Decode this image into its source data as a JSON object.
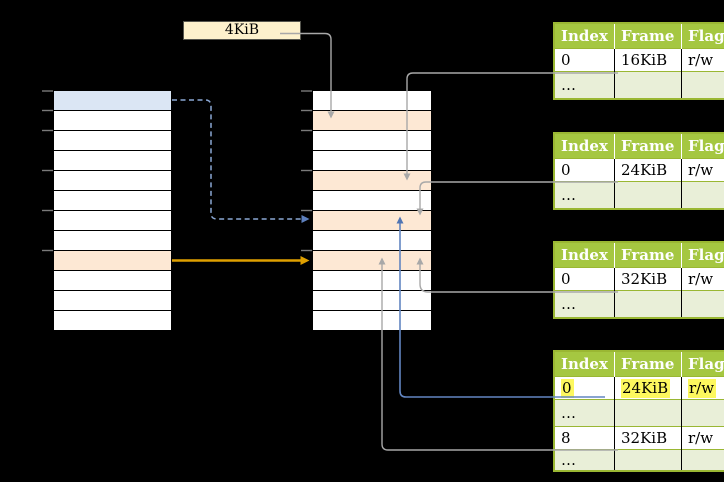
{
  "diagram": {
    "page_size_label": "4KiB",
    "virtual_memory_column": {
      "rows": [
        "blue",
        "white",
        "white",
        "white",
        "white",
        "white",
        "white",
        "white",
        "orange",
        "white",
        "white",
        "white"
      ]
    },
    "physical_memory_column": {
      "rows": [
        "white",
        "orange",
        "white",
        "white",
        "orange",
        "white",
        "orange",
        "white",
        "orange",
        "white",
        "white",
        "white"
      ]
    }
  },
  "page_tables": [
    {
      "headers": [
        "Index",
        "Frame",
        "Flags"
      ],
      "rows": [
        {
          "index": "0",
          "frame": "16KiB",
          "flags": "r/w"
        },
        {
          "index": "…",
          "frame": "",
          "flags": ""
        }
      ]
    },
    {
      "headers": [
        "Index",
        "Frame",
        "Flags"
      ],
      "rows": [
        {
          "index": "0",
          "frame": "24KiB",
          "flags": "r/w"
        },
        {
          "index": "…",
          "frame": "",
          "flags": ""
        }
      ]
    },
    {
      "headers": [
        "Index",
        "Frame",
        "Flags"
      ],
      "rows": [
        {
          "index": "0",
          "frame": "32KiB",
          "flags": "r/w"
        },
        {
          "index": "…",
          "frame": "",
          "flags": ""
        }
      ]
    },
    {
      "headers": [
        "Index",
        "Frame",
        "Flags"
      ],
      "rows": [
        {
          "index": "0",
          "frame": "24KiB",
          "flags": "r/w",
          "highlighted": true
        },
        {
          "index": "…",
          "frame": "",
          "flags": ""
        },
        {
          "index": "8",
          "frame": "32KiB",
          "flags": "r/w"
        },
        {
          "index": "…",
          "frame": "",
          "flags": ""
        }
      ]
    }
  ],
  "connections": [
    {
      "from": "4KiB size label",
      "to": "physical frame row 2",
      "style": "gray solid"
    },
    {
      "from": "table 1 frame 16KiB",
      "to": "physical frame row 5",
      "style": "gray solid"
    },
    {
      "from": "table 2 frame 24KiB",
      "to": "physical frame row 7",
      "style": "gray solid"
    },
    {
      "from": "table 3 frame 32KiB",
      "to": "physical frame row 9",
      "style": "gray solid"
    },
    {
      "from": "table 4 row index 0 frame 24KiB",
      "to": "physical frame row 7",
      "style": "blue solid"
    },
    {
      "from": "table 4 row index 8 frame 32KiB",
      "to": "physical frame row 9",
      "style": "gray solid"
    },
    {
      "from": "virtual page row 1 (blue)",
      "to": "physical frame row 7",
      "style": "blue dashed"
    },
    {
      "from": "virtual page row 9 (orange)",
      "to": "physical frame row 9",
      "style": "orange solid"
    }
  ],
  "colors": {
    "background": "#000000",
    "table_header_green": "#a5c741",
    "table_border_green": "#9ab733",
    "table_alt_row_green": "#e9efd8",
    "cell_blue": "#dbe6f4",
    "cell_orange": "#fde8d4",
    "size_box_cream": "#fdf1cc",
    "highlight_yellow": "#fdf85e",
    "arrow_gray": "#a8a8a8",
    "arrow_blue": "#6285c1",
    "arrow_blue_dashed": "#8aa7d4",
    "arrow_orange": "#dfa000",
    "tick_gray": "#7a7a7a"
  }
}
